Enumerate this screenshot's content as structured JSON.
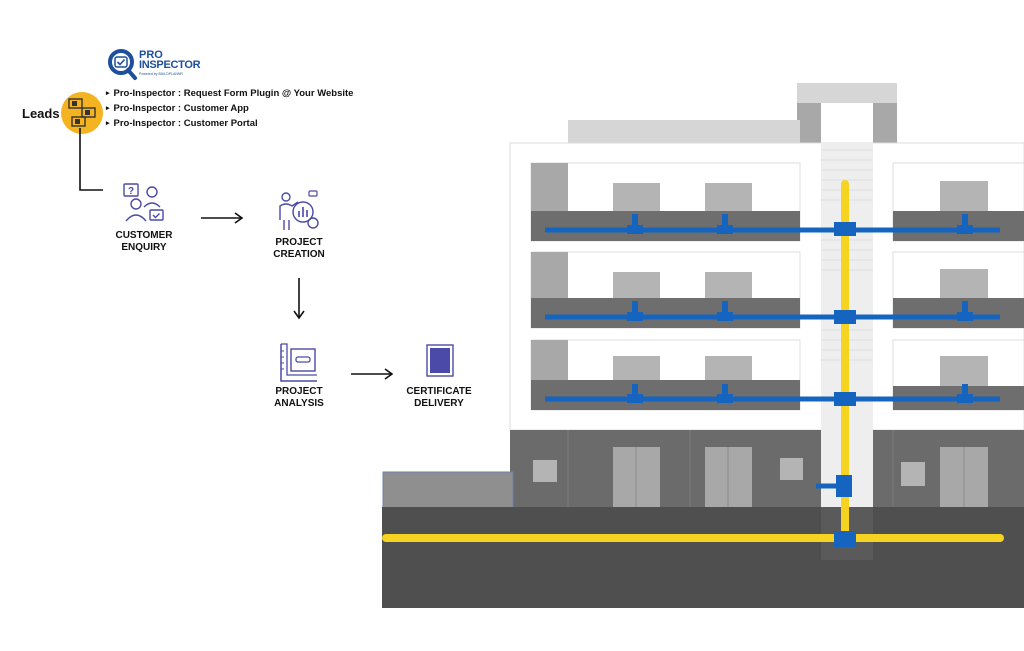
{
  "brand": {
    "line1": "PRO",
    "line2": "INSPECTOR",
    "tagline": "Powered by BUILDPLANNR",
    "blue": "#1d4f9c",
    "orange": "#f4b321"
  },
  "leads": {
    "label": "Leads",
    "channels": [
      "Pro-Inspector : Request Form Plugin @ Your Website",
      "Pro-Inspector : Customer App",
      "Pro-Inspector : Customer Portal"
    ]
  },
  "steps": [
    {
      "line1": "CUSTOMER",
      "line2": "ENQUIRY",
      "icon": "customer-support-icon"
    },
    {
      "line1": "PROJECT",
      "line2": "CREATION",
      "icon": "project-analytics-icon"
    },
    {
      "line1": "PROJECT",
      "line2": "ANALYSIS",
      "icon": "blueprint-icon"
    },
    {
      "line1": "CERTIFICATE",
      "line2": "DELIVERY",
      "icon": "certificate-icon"
    }
  ],
  "colors": {
    "pipe_blue": "#1565c0",
    "pipe_yellow": "#f5d320",
    "icon_purple": "#4b4aa8",
    "building_dark": "#5f5f5f",
    "building_mid": "#8a8a8a",
    "building_light": "#c7c7c7"
  }
}
